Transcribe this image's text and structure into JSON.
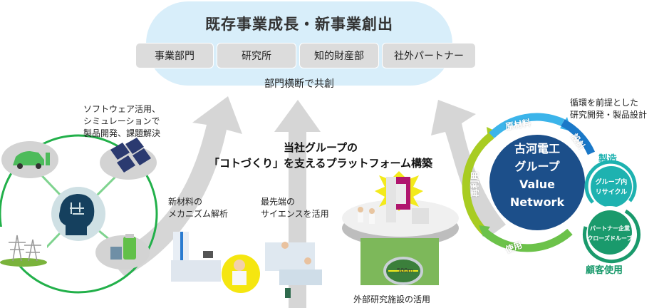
{
  "header": {
    "title": "既存事業成長・新事業創出",
    "departments": [
      "事業部門",
      "研究所",
      "知的財産部",
      "社外パートナー"
    ],
    "subtitle": "部門横断で共創"
  },
  "platform": {
    "title_line1": "当社グループの",
    "title_line2": "「コトづくり」を支えるプラットフォーム構築"
  },
  "captions": {
    "software": [
      "ソフトウェア活用、",
      "シミュレーションで",
      "製品開発、課題解決"
    ],
    "materials": [
      "新材料の",
      "メカニズム解析"
    ],
    "science": [
      "最先端の",
      "サイエンスを活用"
    ],
    "facility": "外部研究施設の活用",
    "circular": [
      "循環を前提とした",
      "研究開発・製品設計"
    ],
    "distance": "500m"
  },
  "value_network": {
    "lines": [
      "古河電工",
      "グループ",
      "Value",
      "Network"
    ],
    "stages": {
      "raw_material": "原材料",
      "design": "設計",
      "manufacturing": "製造",
      "customer_use": "顧客使用",
      "use": "使用",
      "reuse": "再利用"
    },
    "inner_loop": [
      "グループ内",
      "リサイクル"
    ],
    "partner_loop": [
      "パートナー企業",
      "クローズドループ"
    ]
  },
  "colors": {
    "cloud": "#d8eefa",
    "pill": "#dcdcdc",
    "arrow_gray": "#d4d4d4",
    "network_navy": "#1c4f8a",
    "raw_material_blue": "#3bb4ea",
    "design_blue": "#1a78c8",
    "manufacturing_teal": "#1eb2b0",
    "customer_green": "#1a9a6c",
    "use_green": "#6cc24a",
    "reuse_lime": "#a8cc22",
    "ring_green": "#22b04a"
  }
}
